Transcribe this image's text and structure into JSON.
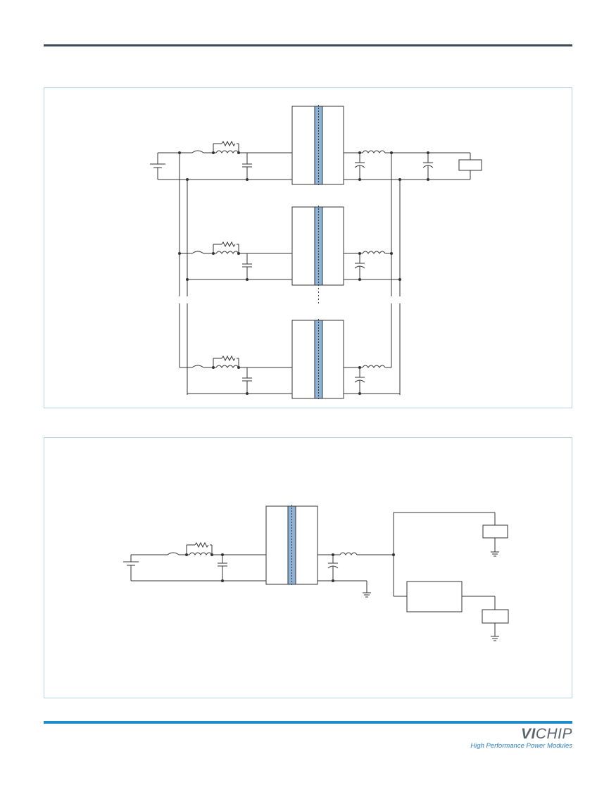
{
  "brand": {
    "logo_bold": "VI",
    "logo_light": "CHIP",
    "tagline": "High Performance Power Modules"
  },
  "colors": {
    "header_rule": "#3d4a57",
    "footer_rule": "#1f8bc9",
    "panel_border": "#b4d4e0",
    "transformer_core": "#8eb2d6",
    "wire": "#333333"
  }
}
